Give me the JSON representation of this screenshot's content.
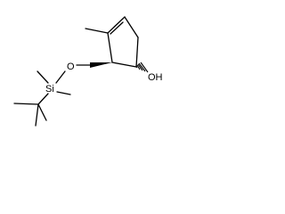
{
  "structure": {
    "atoms": {
      "oxygen_ether": "O",
      "silicon": "Si",
      "hydroxyl": "OH"
    },
    "stereo": {
      "ch2_bond": "wedge",
      "oh_bond": "hash"
    }
  },
  "colors": {
    "bond": "#000000",
    "label": "#000000",
    "background": "#ffffff"
  }
}
